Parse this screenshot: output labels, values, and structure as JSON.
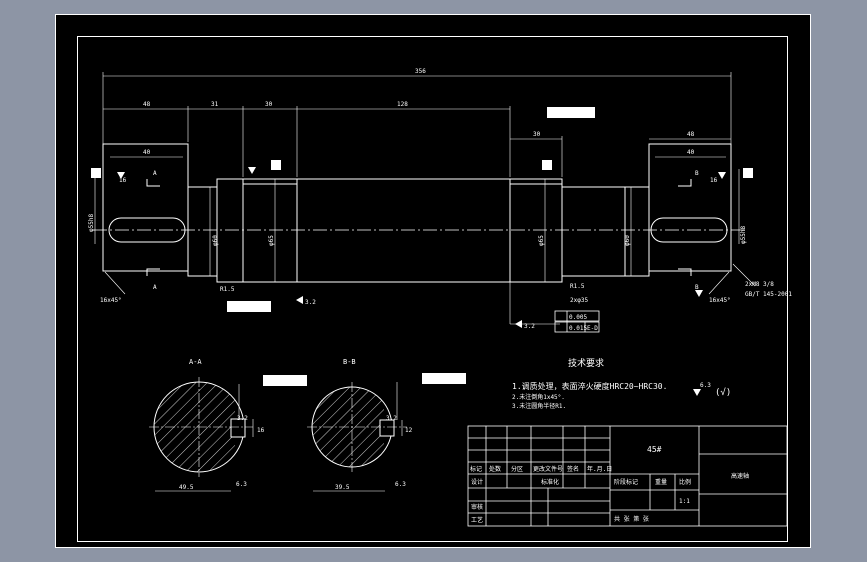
{
  "colors": {
    "background": "#8d95a5",
    "sheet": "#000000",
    "lines": "#ffffff",
    "labels": "#ffffff",
    "highlight_box": "#ffffff"
  },
  "dims": {
    "total": "356",
    "left_end": "48",
    "seg2": "31",
    "seg3": "30",
    "middle": "128",
    "right_bearing": "30",
    "right_end": "48",
    "key_left": "40",
    "key_right": "40",
    "chamfer_left": "16x45°",
    "chamfer_right": "16x45°",
    "roughness_16": "16",
    "roughness_32": "3.2",
    "dia_left_end": "φ55h8",
    "dia_seg2": "φ60",
    "dia_seg3": "φ65",
    "dia_bearing": "φ65",
    "dia_right_mid": "φ60",
    "dia_right_end": "φ55h8",
    "radius_r1": "R1.5",
    "count_label": "2xφ35",
    "thread_note1": "2xM8 3/8",
    "thread_note2": "GB/T 145-2001",
    "section_a_label": "A",
    "section_b_label": "B"
  },
  "tolerance": {
    "row1": "0.005",
    "row2_value": "0.015",
    "row2_ref": "E-D"
  },
  "sections": {
    "a_title": "A-A",
    "b_title": "B-B",
    "a_width": "49.5",
    "b_width": "39.5",
    "a_key": "16",
    "b_key": "12",
    "roughness": "3.2",
    "roughness_bottom": "6.3"
  },
  "tech": {
    "title": "技术要求",
    "line1": "1.调质处理，表面淬火硬度HRC20~HRC30.",
    "line2": "2.未注倒角1x45°.",
    "line3": "3.未注圆角半径R1.",
    "surface_mark": "6.3",
    "surface_brackets": "(√)"
  },
  "title_block": {
    "material": "45#",
    "part_name": "高速轴",
    "row_labels": [
      "标记",
      "处数",
      "分区",
      "更改文件号",
      "签名",
      "年.月.日"
    ],
    "design": "设计",
    "standard": "标准化",
    "stage": "阶段标记",
    "weight": "重量",
    "scale": "比例",
    "scale_value": "1:1",
    "review": "审核",
    "craft": "工艺",
    "sheet_info": "共 张 第 张"
  }
}
